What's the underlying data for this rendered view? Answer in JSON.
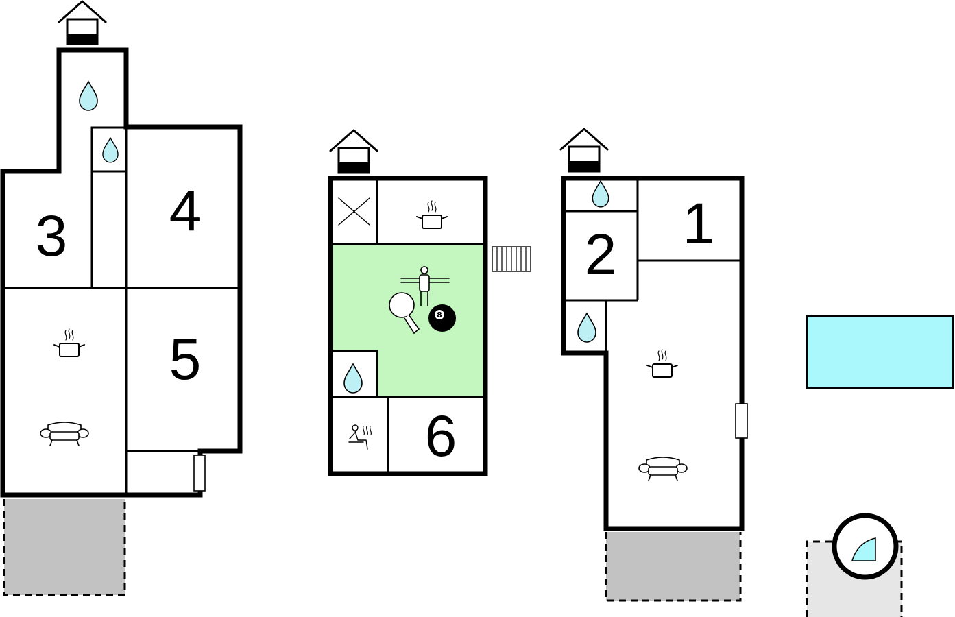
{
  "floorplan": {
    "rooms": {
      "room_1": "1",
      "room_2": "2",
      "room_3": "3",
      "room_4": "4",
      "room_5": "5",
      "room_6": "6"
    },
    "billiard_ball_number": "8",
    "colors": {
      "game_room": "#c4f7bf",
      "water_drop": "#bdf0f5",
      "pool": "#aaf8fb",
      "terrace": "#c2c2c2",
      "spa_area": "#e6e6e6"
    },
    "icons": [
      "house-entrance-icon",
      "water-drop-icon",
      "cooking-pot-icon",
      "sofa-icon",
      "cross-icon",
      "table-football-icon",
      "table-tennis-icon",
      "billiard-ball-icon",
      "sauna-icon",
      "stairs-icon",
      "door-icon",
      "hot-tub-icon"
    ]
  }
}
